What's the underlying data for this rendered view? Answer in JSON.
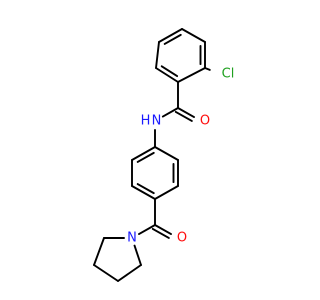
{
  "molecule": {
    "colors": {
      "bond": "#000000",
      "Cl": "#1fa01f",
      "N": "#1a1aff",
      "O": "#ff0d0d",
      "C": "#000000"
    },
    "atoms": [
      {
        "id": "c1",
        "element": "C"
      },
      {
        "id": "c2",
        "element": "C"
      },
      {
        "id": "c3",
        "element": "C"
      },
      {
        "id": "c4",
        "element": "C"
      },
      {
        "id": "c5",
        "element": "C"
      },
      {
        "id": "c6",
        "element": "C"
      },
      {
        "id": "cl",
        "element": "Cl",
        "label": "Cl"
      },
      {
        "id": "cc1",
        "element": "C"
      },
      {
        "id": "o1",
        "element": "O",
        "label": "O"
      },
      {
        "id": "nh",
        "element": "N",
        "label": "H N"
      },
      {
        "id": "p1",
        "element": "C"
      },
      {
        "id": "p2",
        "element": "C"
      },
      {
        "id": "p3",
        "element": "C"
      },
      {
        "id": "p4",
        "element": "C"
      },
      {
        "id": "p5",
        "element": "C"
      },
      {
        "id": "p6",
        "element": "C"
      },
      {
        "id": "cc2",
        "element": "C"
      },
      {
        "id": "o2",
        "element": "O",
        "label": "O"
      },
      {
        "id": "n2",
        "element": "N",
        "label": "N"
      },
      {
        "id": "r1",
        "element": "C"
      },
      {
        "id": "r2",
        "element": "C"
      },
      {
        "id": "r3",
        "element": "C"
      },
      {
        "id": "r4",
        "element": "C"
      }
    ],
    "bonds": [
      {
        "a": "c1",
        "b": "c2",
        "order": 2
      },
      {
        "a": "c2",
        "b": "c3",
        "order": 1
      },
      {
        "a": "c3",
        "b": "c4",
        "order": 2
      },
      {
        "a": "c4",
        "b": "c5",
        "order": 1
      },
      {
        "a": "c5",
        "b": "c6",
        "order": 2
      },
      {
        "a": "c6",
        "b": "c1",
        "order": 1
      },
      {
        "a": "c6",
        "b": "cl",
        "order": 1
      },
      {
        "a": "c1",
        "b": "cc1",
        "order": 1
      },
      {
        "a": "cc1",
        "b": "o1",
        "order": 2
      },
      {
        "a": "cc1",
        "b": "nh",
        "order": 1
      },
      {
        "a": "nh",
        "b": "p1",
        "order": 1
      },
      {
        "a": "p1",
        "b": "p2",
        "order": 2
      },
      {
        "a": "p2",
        "b": "p3",
        "order": 1
      },
      {
        "a": "p3",
        "b": "p4",
        "order": 2
      },
      {
        "a": "p4",
        "b": "p5",
        "order": 1
      },
      {
        "a": "p5",
        "b": "p6",
        "order": 2
      },
      {
        "a": "p6",
        "b": "p1",
        "order": 1
      },
      {
        "a": "p4",
        "b": "cc2",
        "order": 1
      },
      {
        "a": "cc2",
        "b": "o2",
        "order": 2
      },
      {
        "a": "cc2",
        "b": "n2",
        "order": 1
      },
      {
        "a": "n2",
        "b": "r1",
        "order": 1
      },
      {
        "a": "r1",
        "b": "r2",
        "order": 1
      },
      {
        "a": "r2",
        "b": "r3",
        "order": 1
      },
      {
        "a": "r3",
        "b": "r4",
        "order": 1
      },
      {
        "a": "r4",
        "b": "n2",
        "order": 1
      }
    ]
  }
}
